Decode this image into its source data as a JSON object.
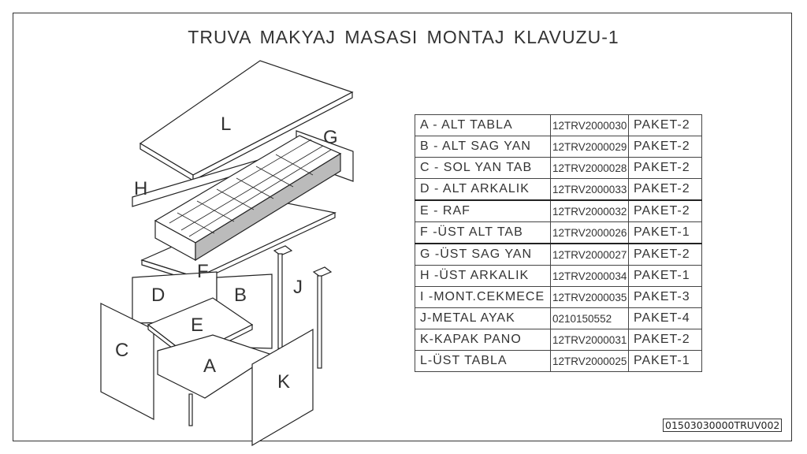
{
  "title": "TRUVA MAKYAJ  MASASI MONTAJ KLAVUZU-1",
  "drawing": {
    "labels": {
      "A": "A",
      "B": "B",
      "C": "C",
      "D": "D",
      "E": "E",
      "F": "F",
      "G": "G",
      "H": "H",
      "J": "J",
      "K": "K",
      "L": "L"
    }
  },
  "parts_table": [
    {
      "name": "A - ALT TABLA",
      "code": "12TRV2000030",
      "package": "PAKET-2"
    },
    {
      "name": "B - ALT SAG YAN",
      "code": "12TRV2000029",
      "package": "PAKET-2"
    },
    {
      "name": "C - SOL YAN TAB",
      "code": "12TRV2000028",
      "package": "PAKET-2"
    },
    {
      "name": "D - ALT ARKALIK",
      "code": "12TRV2000033",
      "package": "PAKET-2"
    },
    {
      "name": "E -  RAF",
      "code": "12TRV2000032",
      "package": "PAKET-2"
    },
    {
      "name": "F -ÜST ALT  TAB",
      "code": "12TRV2000026",
      "package": "PAKET-1"
    },
    {
      "name": "G -ÜST SAG YAN",
      "code": "12TRV2000027",
      "package": "PAKET-2"
    },
    {
      "name": "H -ÜST ARKALIK",
      "code": "12TRV2000034",
      "package": "PAKET-1"
    },
    {
      "name": "I -MONT.CEKMECE",
      "code": "12TRV2000035",
      "package": "PAKET-3"
    },
    {
      "name": "J-METAL AYAK",
      "code": "0210150552",
      "package": "PAKET-4"
    },
    {
      "name": "K-KAPAK PANO",
      "code": "12TRV2000031",
      "package": "PAKET-2"
    },
    {
      "name": "L-ÜST TABLA",
      "code": "12TRV2000025",
      "package": "PAKET-1"
    }
  ],
  "drawing_code": "01503030000TRUV002"
}
